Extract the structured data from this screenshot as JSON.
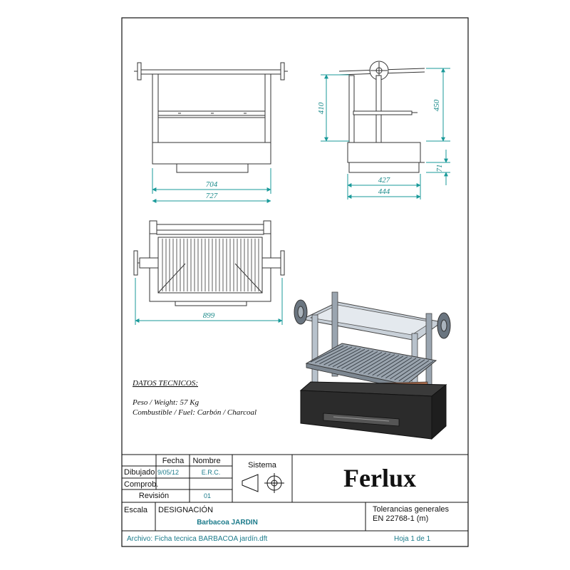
{
  "dimensions": {
    "front_inner_width": "704",
    "front_outer_width": "727",
    "side_height": "410",
    "side_total_height": "450",
    "side_inner_depth": "427",
    "side_outer_depth": "444",
    "side_base_height": "71",
    "top_total_width": "899"
  },
  "technical": {
    "heading": "DATOS TECNICOS:",
    "weight": "Peso / Weight: 57 Kg",
    "fuel": "Combustible / Fuel: Carbón / Charcoal"
  },
  "title_block": {
    "col_fecha": "Fecha",
    "col_nombre": "Nombre",
    "row_dibujado": "Dibujado",
    "dibujado_fecha": "9/05/12",
    "dibujado_nombre": "E.R.C.",
    "row_comprob": "Comprob.",
    "row_revision": "Revisión",
    "revision_value": "01",
    "sistema": "Sistema",
    "company": "Ferlux",
    "escala": "Escala",
    "designacion": "DESIGNACIÓN",
    "product_name": "Barbacoa JARDIN",
    "tolerancias_1": "Tolerancias generales",
    "tolerancias_2": "EN 22768-1 (m)",
    "archivo": "Archivo: Ficha tecnica BARBACOA jardín.dft",
    "hoja": "Hoja 1 de 1"
  },
  "colors": {
    "dimension": "#1a9a9a",
    "frame": "#111111",
    "steel": "#b8c2cc",
    "firebox": "#2b2b2b",
    "firebrick": "#b5714f"
  }
}
